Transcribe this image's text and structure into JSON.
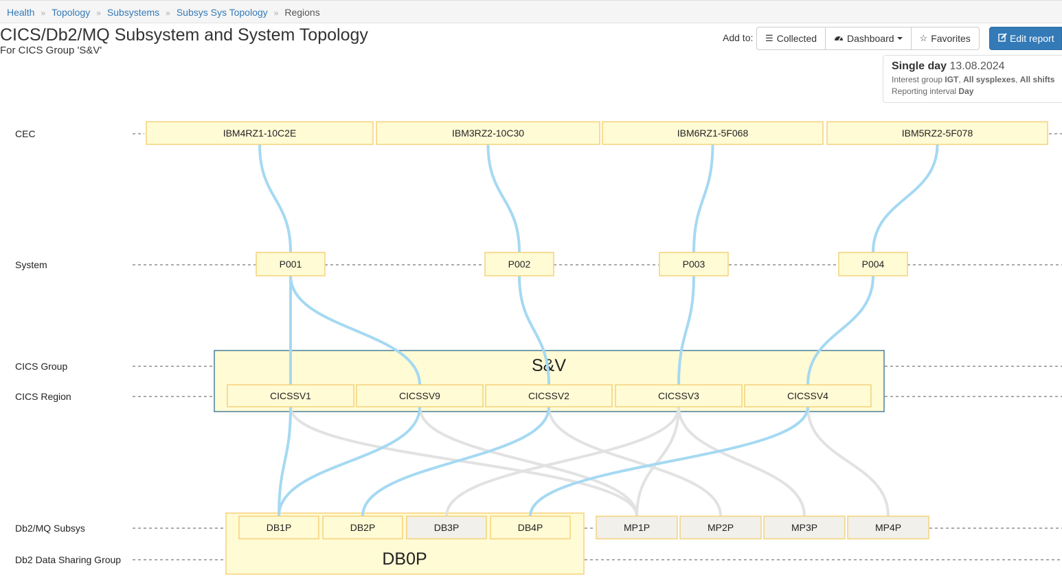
{
  "breadcrumb": [
    "Health",
    "Topology",
    "Subsystems",
    "Subsys Sys Topology",
    "Regions"
  ],
  "page": {
    "title": "CICS/Db2/MQ Subsystem and System Topology",
    "subtitle": "For CICS Group 'S&V'"
  },
  "toolbar": {
    "add_to_label": "Add to:",
    "collected": "Collected",
    "dashboard": "Dashboard",
    "favorites": "Favorites",
    "edit_report": "Edit report"
  },
  "date_info": {
    "mode": "Single day",
    "date": "13.08.2024",
    "interest_label": "Interest group",
    "interest_group": "IGT",
    "sysplexes": "All sysplexes",
    "shifts": "All shifts",
    "interval_label": "Reporting interval",
    "interval": "Day"
  },
  "levels": [
    "CEC",
    "System",
    "CICS Group",
    "CICS Region",
    "Db2/MQ Subsys",
    "Db2 Data Sharing Group"
  ],
  "cecs": [
    "IBM4RZ1-10C2E",
    "IBM3RZ2-10C30",
    "IBM6RZ1-5F068",
    "IBM5RZ2-5F078"
  ],
  "systems": [
    "P001",
    "P002",
    "P003",
    "P004"
  ],
  "cics_group": "S&V",
  "cics_regions": [
    "CICSSV1",
    "CICSSV9",
    "CICSSV2",
    "CICSSV3",
    "CICSSV4"
  ],
  "db2_subsystems": [
    "DB1P",
    "DB2P",
    "DB3P",
    "DB4P"
  ],
  "mq_subsystems": [
    "MP1P",
    "MP2P",
    "MP3P",
    "MP4P"
  ],
  "data_sharing_group": "DB0P",
  "links": {
    "cec_system": [
      [
        "IBM4RZ1-10C2E",
        "P001"
      ],
      [
        "IBM3RZ2-10C30",
        "P002"
      ],
      [
        "IBM6RZ1-5F068",
        "P003"
      ],
      [
        "IBM5RZ2-5F078",
        "P004"
      ]
    ],
    "system_region": [
      [
        "P001",
        "CICSSV1"
      ],
      [
        "P001",
        "CICSSV9"
      ],
      [
        "P002",
        "CICSSV2"
      ],
      [
        "P003",
        "CICSSV3"
      ],
      [
        "P004",
        "CICSSV4"
      ]
    ],
    "region_db2": [
      [
        "CICSSV1",
        "DB1P"
      ],
      [
        "CICSSV9",
        "DB1P"
      ],
      [
        "CICSSV2",
        "DB2P"
      ],
      [
        "CICSSV4",
        "DB4P"
      ]
    ],
    "region_mq": [
      [
        "CICSSV1",
        "MP1P"
      ],
      [
        "CICSSV9",
        "MP1P"
      ],
      [
        "CICSSV2",
        "MP2P"
      ],
      [
        "CICSSV3",
        "MP1P"
      ],
      [
        "CICSSV3",
        "MP3P"
      ],
      [
        "CICSSV3",
        "DB3P"
      ],
      [
        "CICSSV4",
        "MP4P"
      ]
    ]
  },
  "colors": {
    "box_fill": "#fffbd5",
    "box_border": "#f5d27a",
    "inactive_fill": "#f2f0ea",
    "active_link": "#a5d9f2",
    "inactive_link": "#e2e2e2",
    "group_border": "#4a7f9a",
    "primary": "#337ab7"
  }
}
